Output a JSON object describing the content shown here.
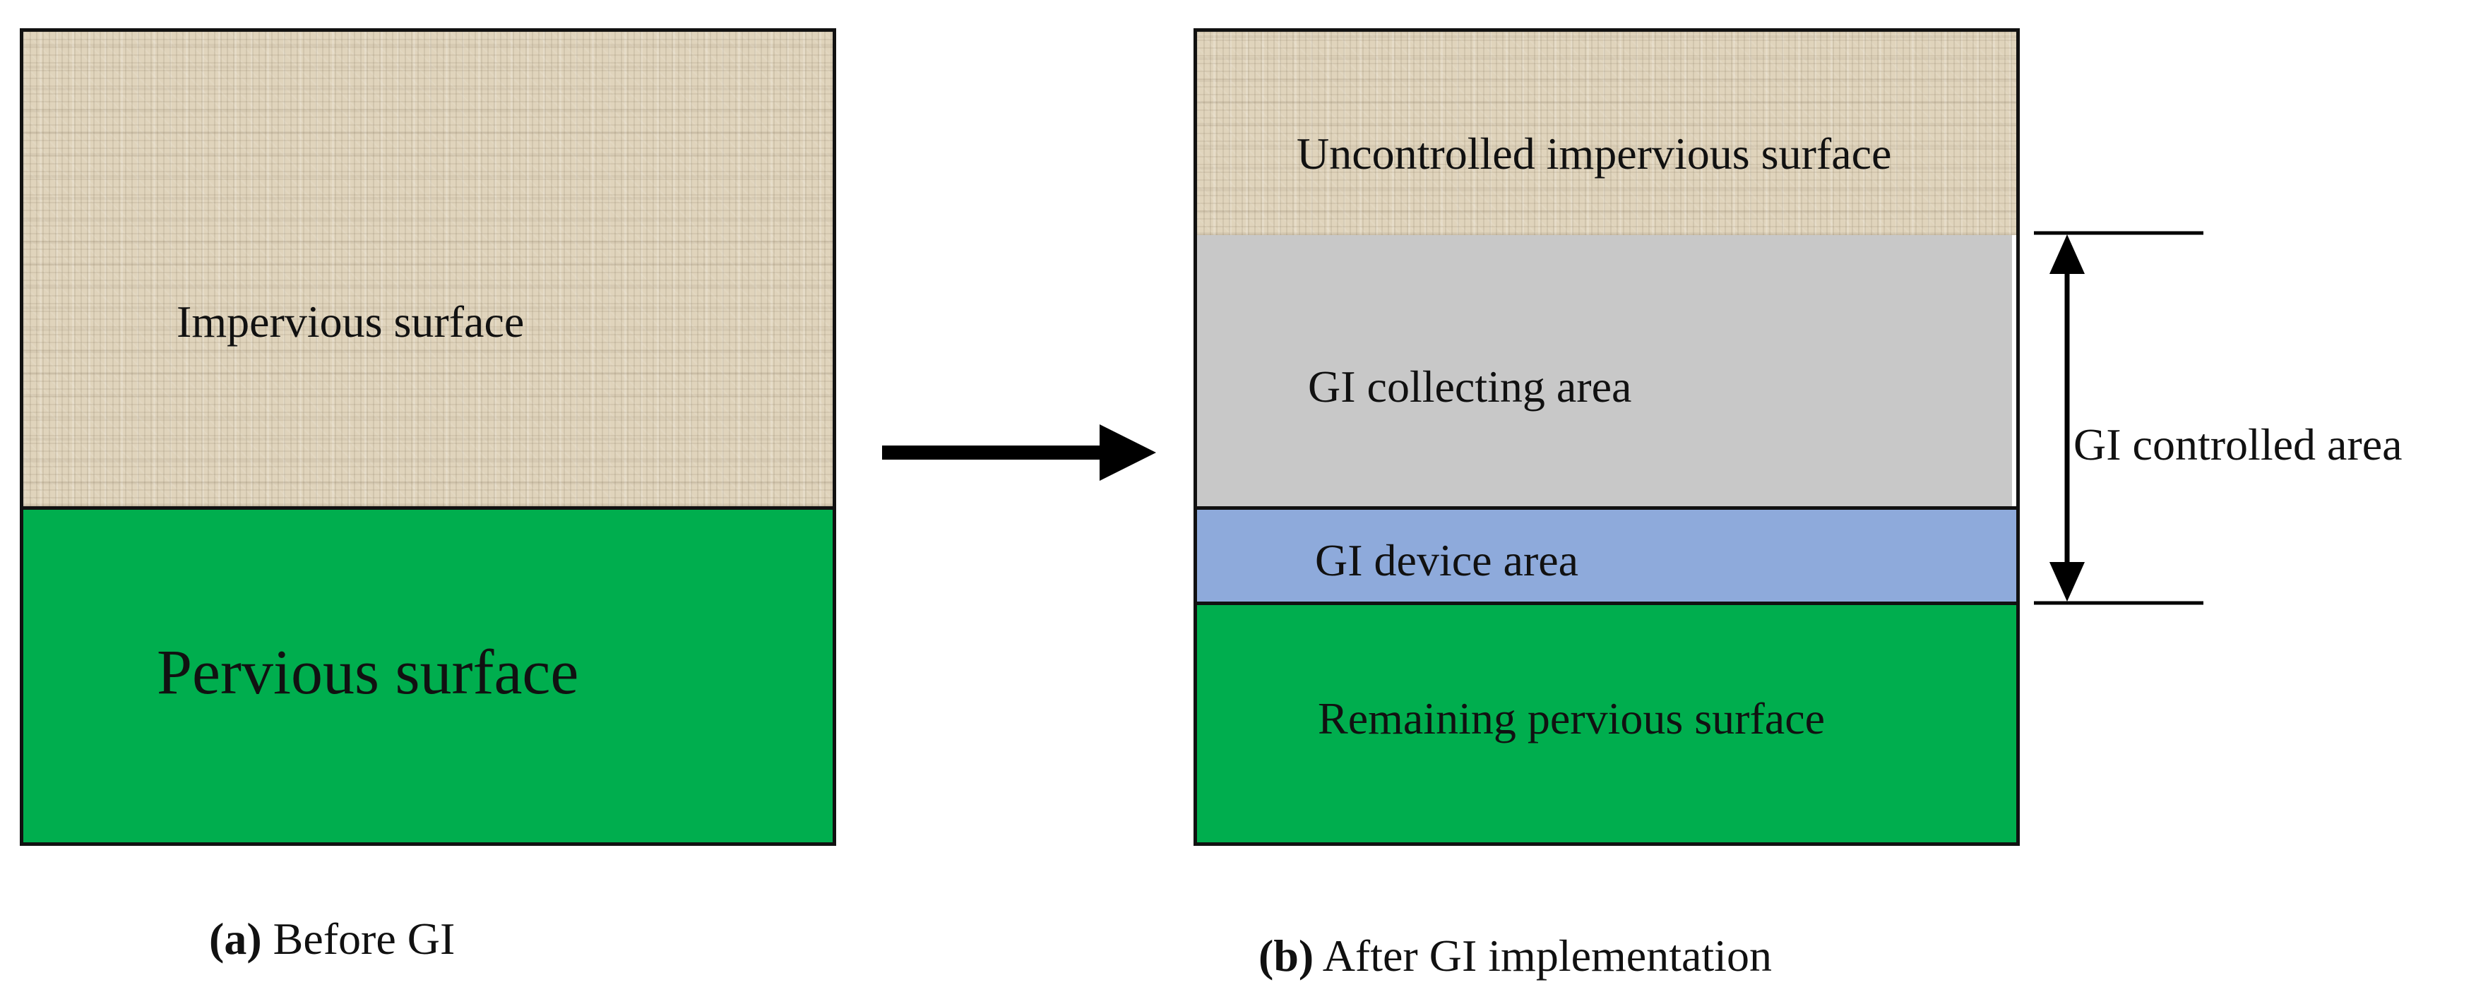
{
  "panel_a": {
    "impervious_label": "Impervious surface",
    "pervious_label": "Pervious surface",
    "caption_letter": "(a)",
    "caption_text": "Before GI"
  },
  "panel_b": {
    "uncontrolled_label": "Uncontrolled impervious surface",
    "collecting_label": "GI collecting area",
    "device_label": "GI device area",
    "remaining_label": "Remaining pervious surface",
    "controlled_label": "GI controlled area",
    "caption_letter": "(b)",
    "caption_text": "After GI implementation"
  },
  "colors": {
    "impervious_texture": "#e0d4bc",
    "pervious_green": "#00ae4e",
    "collecting_grey": "#c8c8c8",
    "device_blue": "#8eaadb",
    "outline": "#111111"
  },
  "icons": {
    "transition_arrow": "right-arrow-icon",
    "dimension_arrow": "double-headed-vertical-arrow-icon"
  }
}
